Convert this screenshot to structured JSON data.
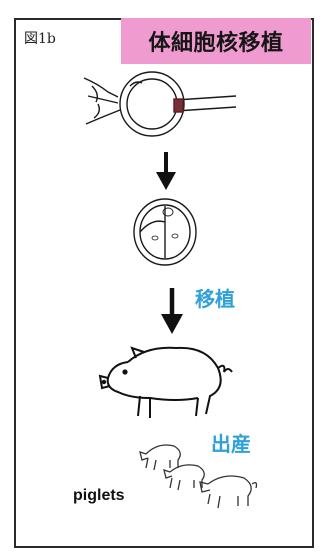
{
  "figure_label": "図1b",
  "title": "体細胞核移植",
  "steps": {
    "transfer_label": "移植",
    "birth_label": "出産"
  },
  "piglets_label": "piglets",
  "colors": {
    "title_bg": "#ef9bcf",
    "step_label": "#2fa0d8",
    "line": "#1a1a1a"
  }
}
